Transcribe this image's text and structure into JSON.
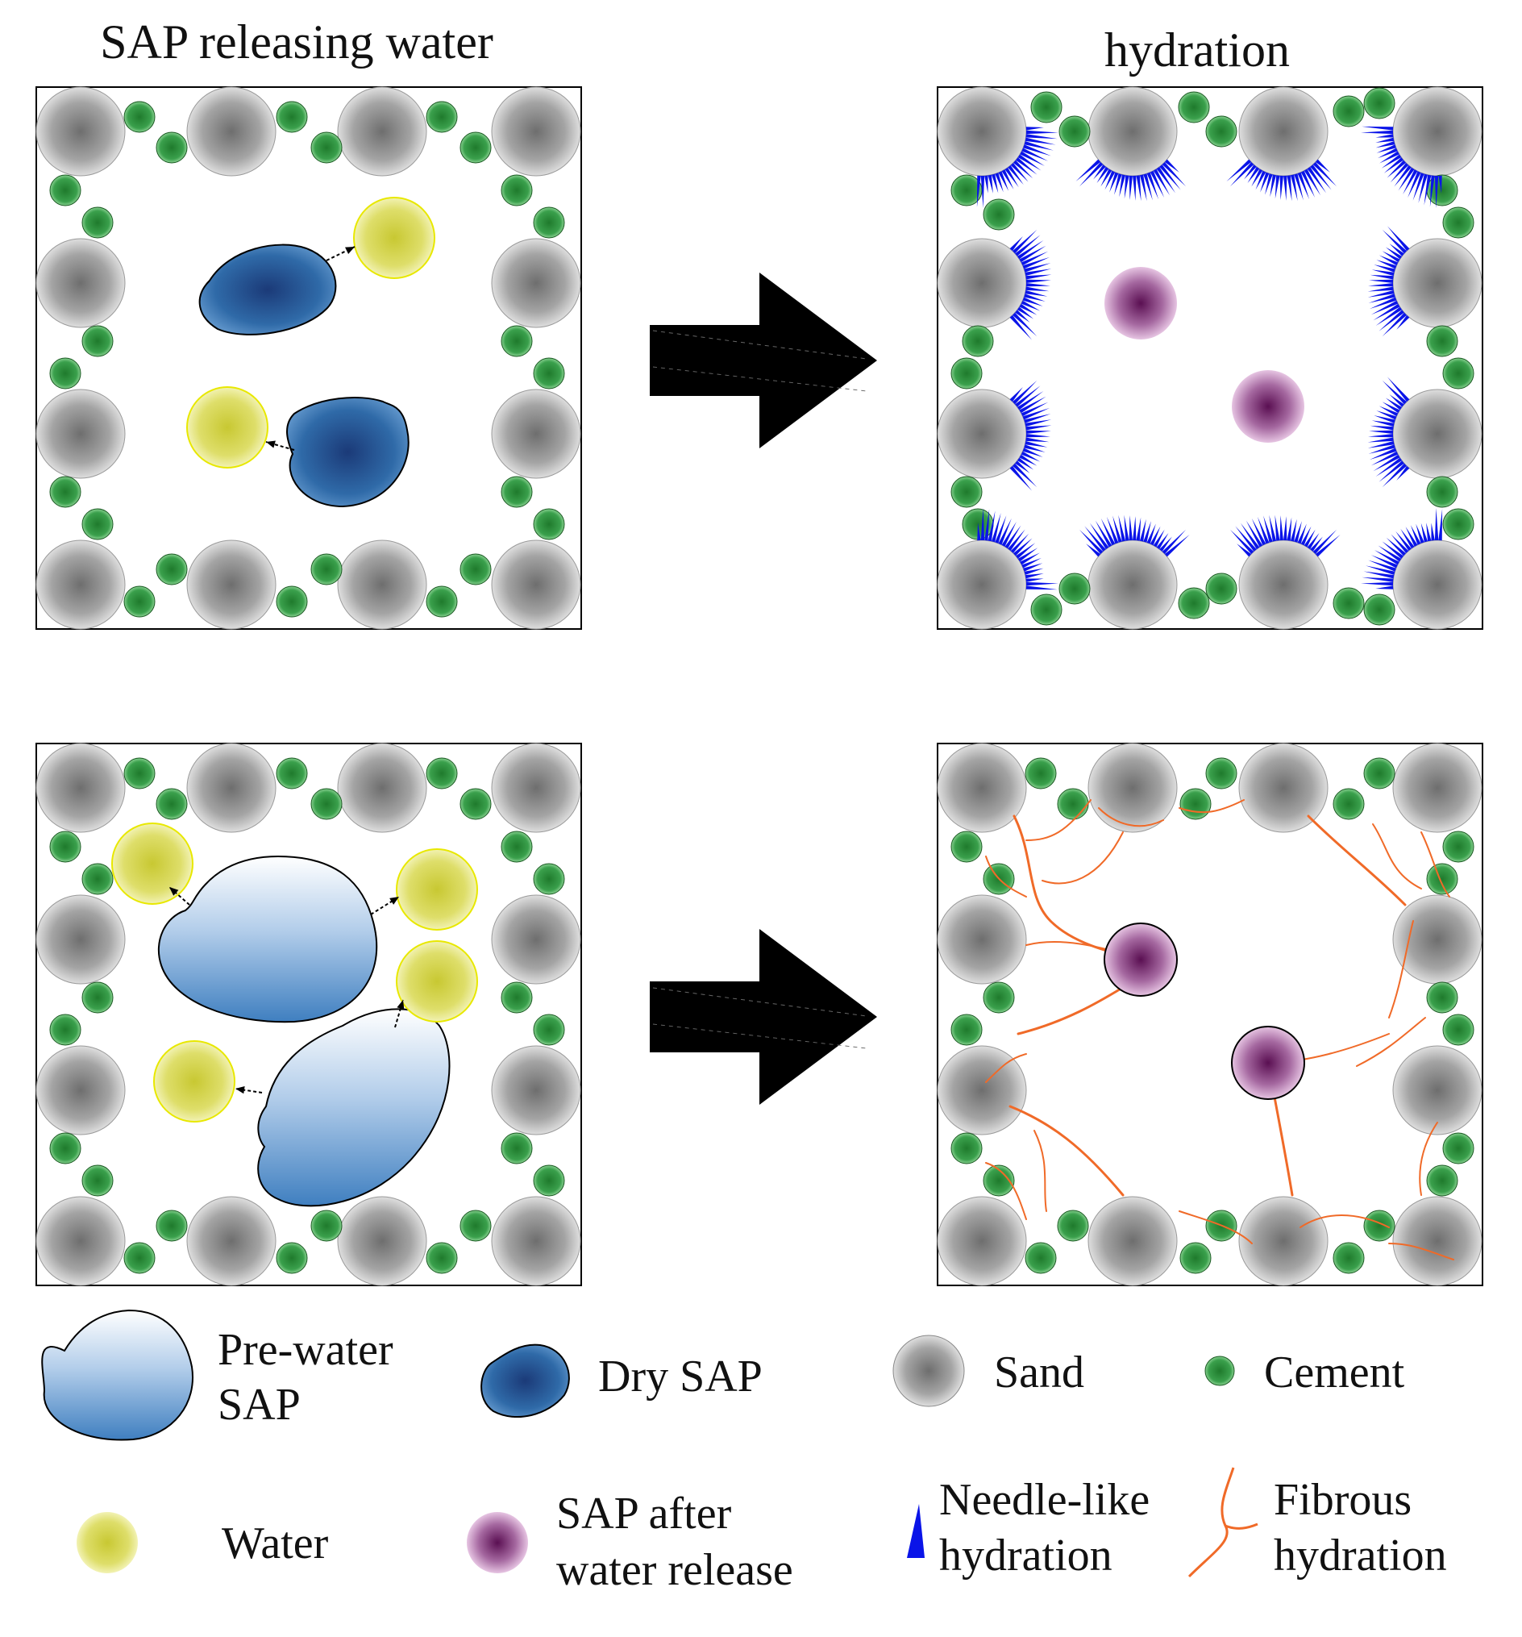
{
  "titles": {
    "left": "SAP releasing water",
    "right": "hydration"
  },
  "legend": {
    "pre_water_sap": [
      "Pre-water",
      "SAP"
    ],
    "dry_sap": "Dry SAP",
    "sand": "Sand",
    "cement": "Cement",
    "water": "Water",
    "sap_after": [
      "SAP after",
      "water release"
    ],
    "needle": [
      "Needle-like",
      "hydration"
    ],
    "fibrous": [
      "Fibrous",
      "hydration"
    ]
  },
  "colors": {
    "sand": "#8a8a8a",
    "cement": "#2e8b3c",
    "water": "#d6d64a",
    "dry_sap": "#1f4f8f",
    "pre_water_sap": "#6f9fd0",
    "sap_after": "#7a2c6e",
    "needle": "#0a14e8",
    "fibrous": "#f06a28",
    "arrow": "#000000"
  },
  "panels": [
    {
      "id": "top-left",
      "content": "dry-sap-releasing-water"
    },
    {
      "id": "top-right",
      "content": "needle-like-hydration"
    },
    {
      "id": "bottom-left",
      "content": "pre-water-sap-releasing-water"
    },
    {
      "id": "bottom-right",
      "content": "fibrous-hydration"
    }
  ]
}
